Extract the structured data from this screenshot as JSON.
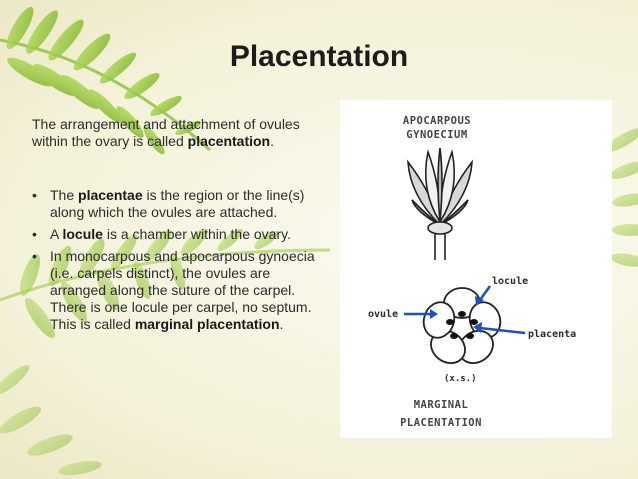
{
  "slide": {
    "title": "Placentation",
    "intro": {
      "text_before": "The arrangement and attachment of ovules within the ovary is called ",
      "bold": "placentation",
      "text_after": "."
    },
    "bullets": [
      {
        "pre": "The ",
        "bold": "placentae",
        "post": " is the region or the line(s) along which the ovules are attached."
      },
      {
        "pre": "A ",
        "bold": "locule",
        "post": " is a chamber within the ovary."
      },
      {
        "pre": "In monocarpous and apocarpous gynoecia (i.e. carpels distinct), the ovules are arranged along the suture of the carpel. There is one locule per carpel, no septum. This is called ",
        "bold": "marginal placentation",
        "post": "."
      }
    ]
  },
  "diagram": {
    "top_caption_line1": "APOCARPOUS",
    "top_caption_line2": "GYNOECIUM",
    "label_locule": "locule",
    "label_ovule": "ovule",
    "label_placenta": "placenta",
    "label_section": "(x.s.)",
    "bottom_caption_line1": "MARGINAL",
    "bottom_caption_line2": "PLACENTATION"
  },
  "colors": {
    "background": "#f4f1da",
    "fern": "#8cc43a",
    "text": "#2c2c2c",
    "arrow": "#1f4fb8"
  },
  "icons": [
    "fern-decoration-icon",
    "flower-diagram-icon",
    "cross-section-icon"
  ]
}
